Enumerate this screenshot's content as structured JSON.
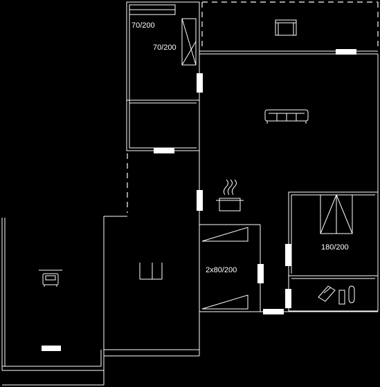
{
  "labels": {
    "bedroom_top_closet": "70/200",
    "bedroom_top_bed": "70/200",
    "bedroom_right_bed": "180/200",
    "utility_bed": "2x80/200"
  },
  "colors": {
    "background": "#000000",
    "lines": "#ffffff"
  },
  "icons": [
    "sofa-icon",
    "cooking-pot-icon",
    "car-icon",
    "bathroom-fixtures-icon",
    "bed-icon",
    "door-opening-icon"
  ]
}
